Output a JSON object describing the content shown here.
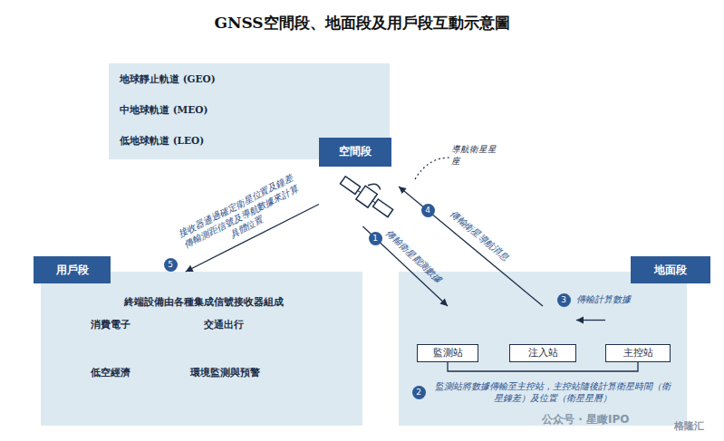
{
  "diagram": {
    "title": "GNSS空間段、地面段及用戶段互動示意圖",
    "nodes": [
      {
        "text": [
          "地球靜止軌道 (GEO)",
          "中地球軌道 (MEO)",
          "低地球軌道 (LEO)"
        ]
      },
      {
        "text": [
          "空間段"
        ]
      },
      {
        "text": [
          "用戶段",
          "終端設備由各種集成信號接收器組成",
          "消費電子",
          "交通出行",
          "低空經濟",
          "環境監測與預警"
        ]
      },
      {
        "text": [
          "地面段"
        ]
      },
      {
        "text": [
          "監測站"
        ],
        "in": 3
      },
      {
        "text": [
          "注入站"
        ],
        "in": 3
      },
      {
        "text": [
          "主控站"
        ],
        "in": 3
      }
    ],
    "edges": [
      {
        "from": 1,
        "to": 4,
        "arrow": "to",
        "label": "傳輸衛星觀測數據"
      },
      {
        "from": 4,
        "to": 6,
        "arrow": "none",
        "label": "監測站將數據傳輸至主控站，主控站隨後計算衛星時間（衛星鐘差）及位置（衛星星曆）"
      },
      {
        "from": 6,
        "to": 5,
        "arrow": "to",
        "label": "傳輸計算數據"
      },
      {
        "from": 5,
        "to": 1,
        "arrow": "to",
        "label": "傳輸衛星導航消息"
      },
      {
        "from": 1,
        "to": 2,
        "arrow": "to",
        "label": "接收器通過確定衛星位置及鐘差傳輸測距信號及導航數據來計算具體位置"
      }
    ],
    "labels": [
      "1",
      "2",
      "3",
      "4",
      "5",
      "導航衛星星座",
      "公众号 · 星瞰IPO",
      "格隆汇"
    ]
  }
}
